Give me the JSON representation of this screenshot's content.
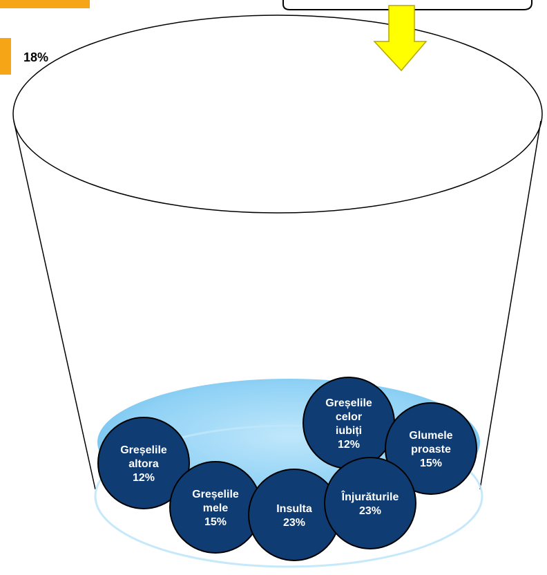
{
  "side_label": {
    "text": "18%"
  },
  "balls": [
    {
      "id": "greselile-altora",
      "lines": [
        "Greșelile",
        "altora",
        "12%"
      ]
    },
    {
      "id": "greselile-mele",
      "lines": [
        "Greșelile",
        "mele",
        "15%"
      ]
    },
    {
      "id": "insulta",
      "lines": [
        "Insulta",
        "23%"
      ]
    },
    {
      "id": "greselile-celor-iubiti",
      "lines": [
        "Greșelile",
        "celor",
        "iubiți",
        "12%"
      ]
    },
    {
      "id": "glumele-proaste",
      "lines": [
        "Glumele",
        "proaste",
        "15%"
      ]
    },
    {
      "id": "injuraturile",
      "lines": [
        "Înjurăturile",
        "23%"
      ]
    }
  ],
  "colors": {
    "ball_fill": "#0f3d73",
    "ball_text": "#ffffff",
    "liquid": "#8fd1f5",
    "liquid_edge": "#bfe6fb",
    "accent": "#f5a516",
    "arrow": "#ffff00",
    "arrow_stroke": "#b8a400",
    "outline": "#000000"
  }
}
